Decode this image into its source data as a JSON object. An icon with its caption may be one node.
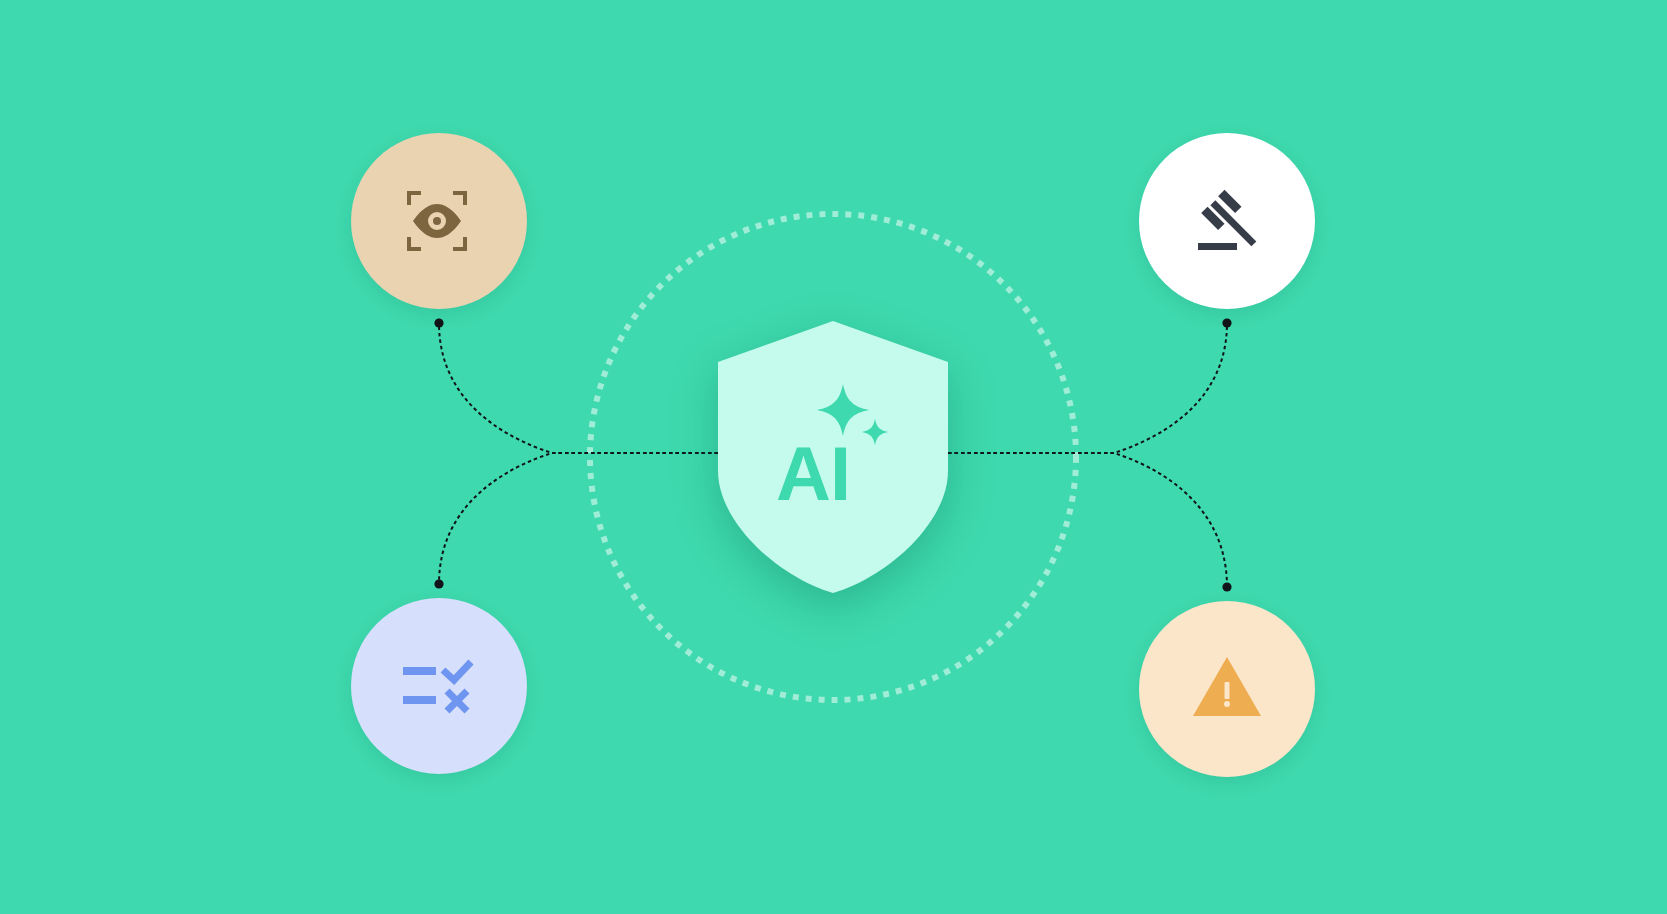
{
  "diagram": {
    "nodes": [
      {
        "text": [],
        "shape": "circle"
      },
      {
        "text": [],
        "shape": "circle"
      },
      {
        "text": [
          "AI"
        ]
      },
      {
        "text": [],
        "shape": "circle"
      },
      {
        "text": [],
        "shape": "circle"
      }
    ],
    "edges": [
      {
        "from": 2,
        "to": 0,
        "arrow": "other",
        "style": "dashed"
      },
      {
        "from": 2,
        "to": 1,
        "arrow": "other",
        "style": "dashed"
      },
      {
        "from": 2,
        "to": 3,
        "arrow": "other",
        "style": "dashed"
      },
      {
        "from": 2,
        "to": 4,
        "arrow": "other",
        "style": "dashed"
      }
    ]
  }
}
